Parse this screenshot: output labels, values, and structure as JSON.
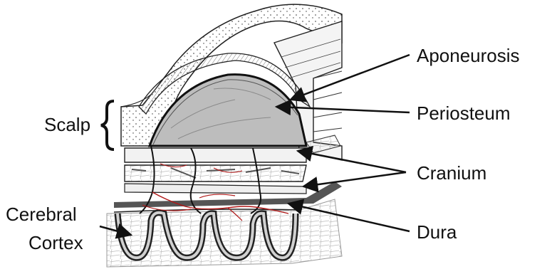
{
  "labels": {
    "aponeurosis": "Aponeurosis",
    "periosteum": "Periosteum",
    "cranium": "Cranium",
    "dura": "Dura",
    "scalp": "Scalp",
    "cerebral": "Cerebral",
    "cortex": "Cortex"
  },
  "colors": {
    "ink": "#111111",
    "vessel": "#b01818",
    "bone_fill": "#d8d8d8",
    "shadow": "#555555"
  }
}
